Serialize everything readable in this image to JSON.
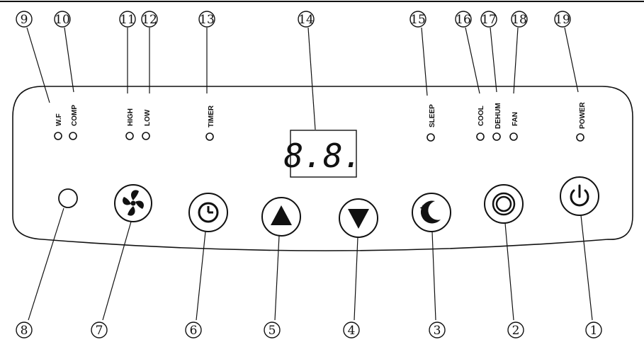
{
  "indicators": [
    {
      "id": "wf",
      "label": "W.F",
      "callout": "9"
    },
    {
      "id": "comp",
      "label": "COMP",
      "callout": "10"
    },
    {
      "id": "high",
      "label": "HIGH",
      "callout": "11"
    },
    {
      "id": "low",
      "label": "LOW",
      "callout": "12"
    },
    {
      "id": "timer",
      "label": "TIMER",
      "callout": "13"
    },
    {
      "id": "sleep",
      "label": "SLEEP",
      "callout": "15"
    },
    {
      "id": "cool",
      "label": "COOL",
      "callout": "16"
    },
    {
      "id": "dehum",
      "label": "DEHUM",
      "callout": "17"
    },
    {
      "id": "fan",
      "label": "FAN",
      "callout": "18"
    },
    {
      "id": "power",
      "label": "POWER",
      "callout": "19"
    }
  ],
  "display": {
    "digits": "8.8.",
    "callout": "14"
  },
  "buttons": [
    {
      "id": "plain",
      "icon": "plain-button-icon",
      "callout": "8"
    },
    {
      "id": "fan-speed",
      "icon": "fan-icon",
      "callout": "7"
    },
    {
      "id": "timer",
      "icon": "clock-icon",
      "callout": "6"
    },
    {
      "id": "up",
      "icon": "triangle-up-icon",
      "callout": "5"
    },
    {
      "id": "down",
      "icon": "triangle-down-icon",
      "callout": "4"
    },
    {
      "id": "sleep",
      "icon": "moon-stars-icon",
      "callout": "3"
    },
    {
      "id": "mode",
      "icon": "ring-icon",
      "callout": "2"
    },
    {
      "id": "power",
      "icon": "power-icon",
      "callout": "1"
    }
  ]
}
